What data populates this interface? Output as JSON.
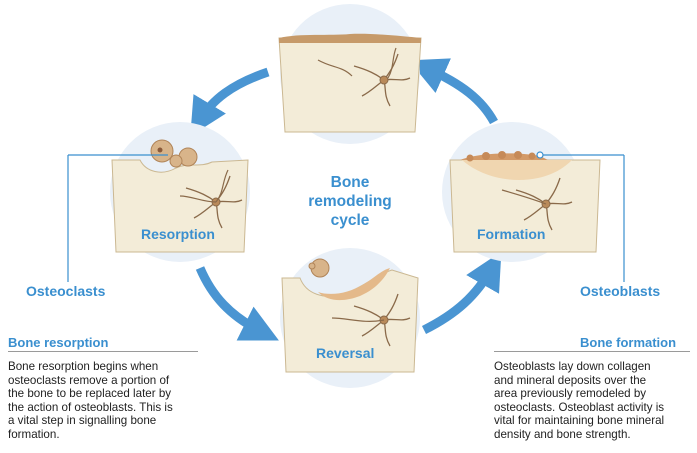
{
  "center": {
    "line1": "Bone",
    "line2": "remodeling",
    "line3": "cycle"
  },
  "stages": {
    "resorption": "Resorption",
    "reversal": "Reversal",
    "formation": "Formation"
  },
  "cells": {
    "left": "Osteoclasts",
    "right": "Osteoblasts"
  },
  "left_panel": {
    "heading": "Bone resorption",
    "body": "Bone resorption begins when\nosteoclasts remove a portion of\nthe bone to be replaced later by\nthe action of osteoblasts. This is\na vital step in signalling bone\nformation."
  },
  "right_panel": {
    "heading": "Bone formation",
    "body": "Osteoblasts lay down collagen\nand mineral deposits over the\narea previously remodeled by\nosteoclasts. Osteoblast activity is\nvital for maintaining bone mineral\ndensity and bone strength."
  },
  "colors": {
    "accent": "#3a8fcf",
    "circle": "#e9f0f8",
    "bone": "#f3ecd8",
    "bone_edge": "#cbb892",
    "lining": "#c69a6a",
    "osteocyte": "#8a6a4a"
  }
}
